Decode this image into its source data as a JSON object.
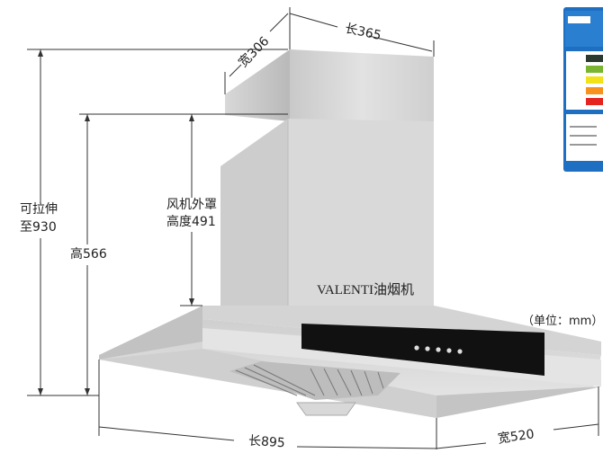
{
  "dimensions": {
    "top_width": "宽306",
    "top_length": "长365",
    "extendable_line1": "可拉伸",
    "extendable_line2": "至930",
    "height": "高566",
    "fan_cover_line1": "风机外罩",
    "fan_cover_line2": "高度491",
    "bottom_length": "长895",
    "bottom_width": "宽520"
  },
  "product_caption": "VALENTI油烟机",
  "unit_note": "（单位：mm）",
  "energy_label": {
    "bar_colors": [
      "#2b3a2e",
      "#7ab531",
      "#f2e21a",
      "#f7921e",
      "#e52420"
    ],
    "frame_color": "#1e6fc1"
  }
}
